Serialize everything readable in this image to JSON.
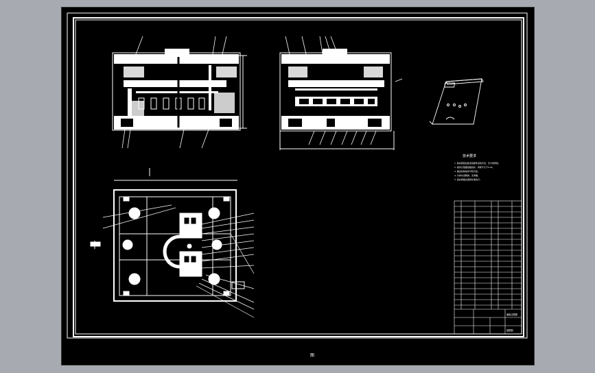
{
  "drawing": {
    "page_number": "图",
    "tech_title": "技术要求",
    "tech_lines": [
      "1. 模具装配后各活动部件运动灵活，无卡滞现象。",
      "2. 模具分型面接触良好，间隙不大于0.05。",
      "3. 推出机构动作平稳可靠。",
      "4. 冷却水道畅通，无渗漏。",
      "5. 其余按相关国家标准执行。"
    ],
    "title_block": {
      "name": "面板注塑模",
      "drawing_no": "装配图"
    }
  },
  "colors": {
    "background": "#a7abb1",
    "sheet": "#000000",
    "line": "#ffffff"
  }
}
